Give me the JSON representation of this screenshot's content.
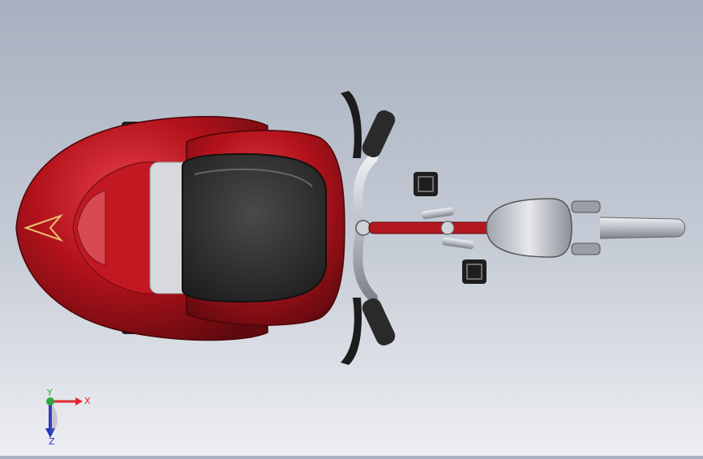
{
  "viewport": {
    "background_top": "#a7b0bf",
    "background_bottom": "#eeeff2"
  },
  "model": {
    "body_color": "#b3121b",
    "body_highlight": "#e8404a",
    "accent_color": "#d8d23a",
    "seat_color": "#3a3a3a",
    "metal_color": "#c9ccd2"
  },
  "triad": {
    "x_label": "X",
    "y_label": "Y",
    "z_label": "Z",
    "x_color": "#e0262b",
    "y_color": "#2ea83a",
    "z_color": "#2634c8"
  }
}
